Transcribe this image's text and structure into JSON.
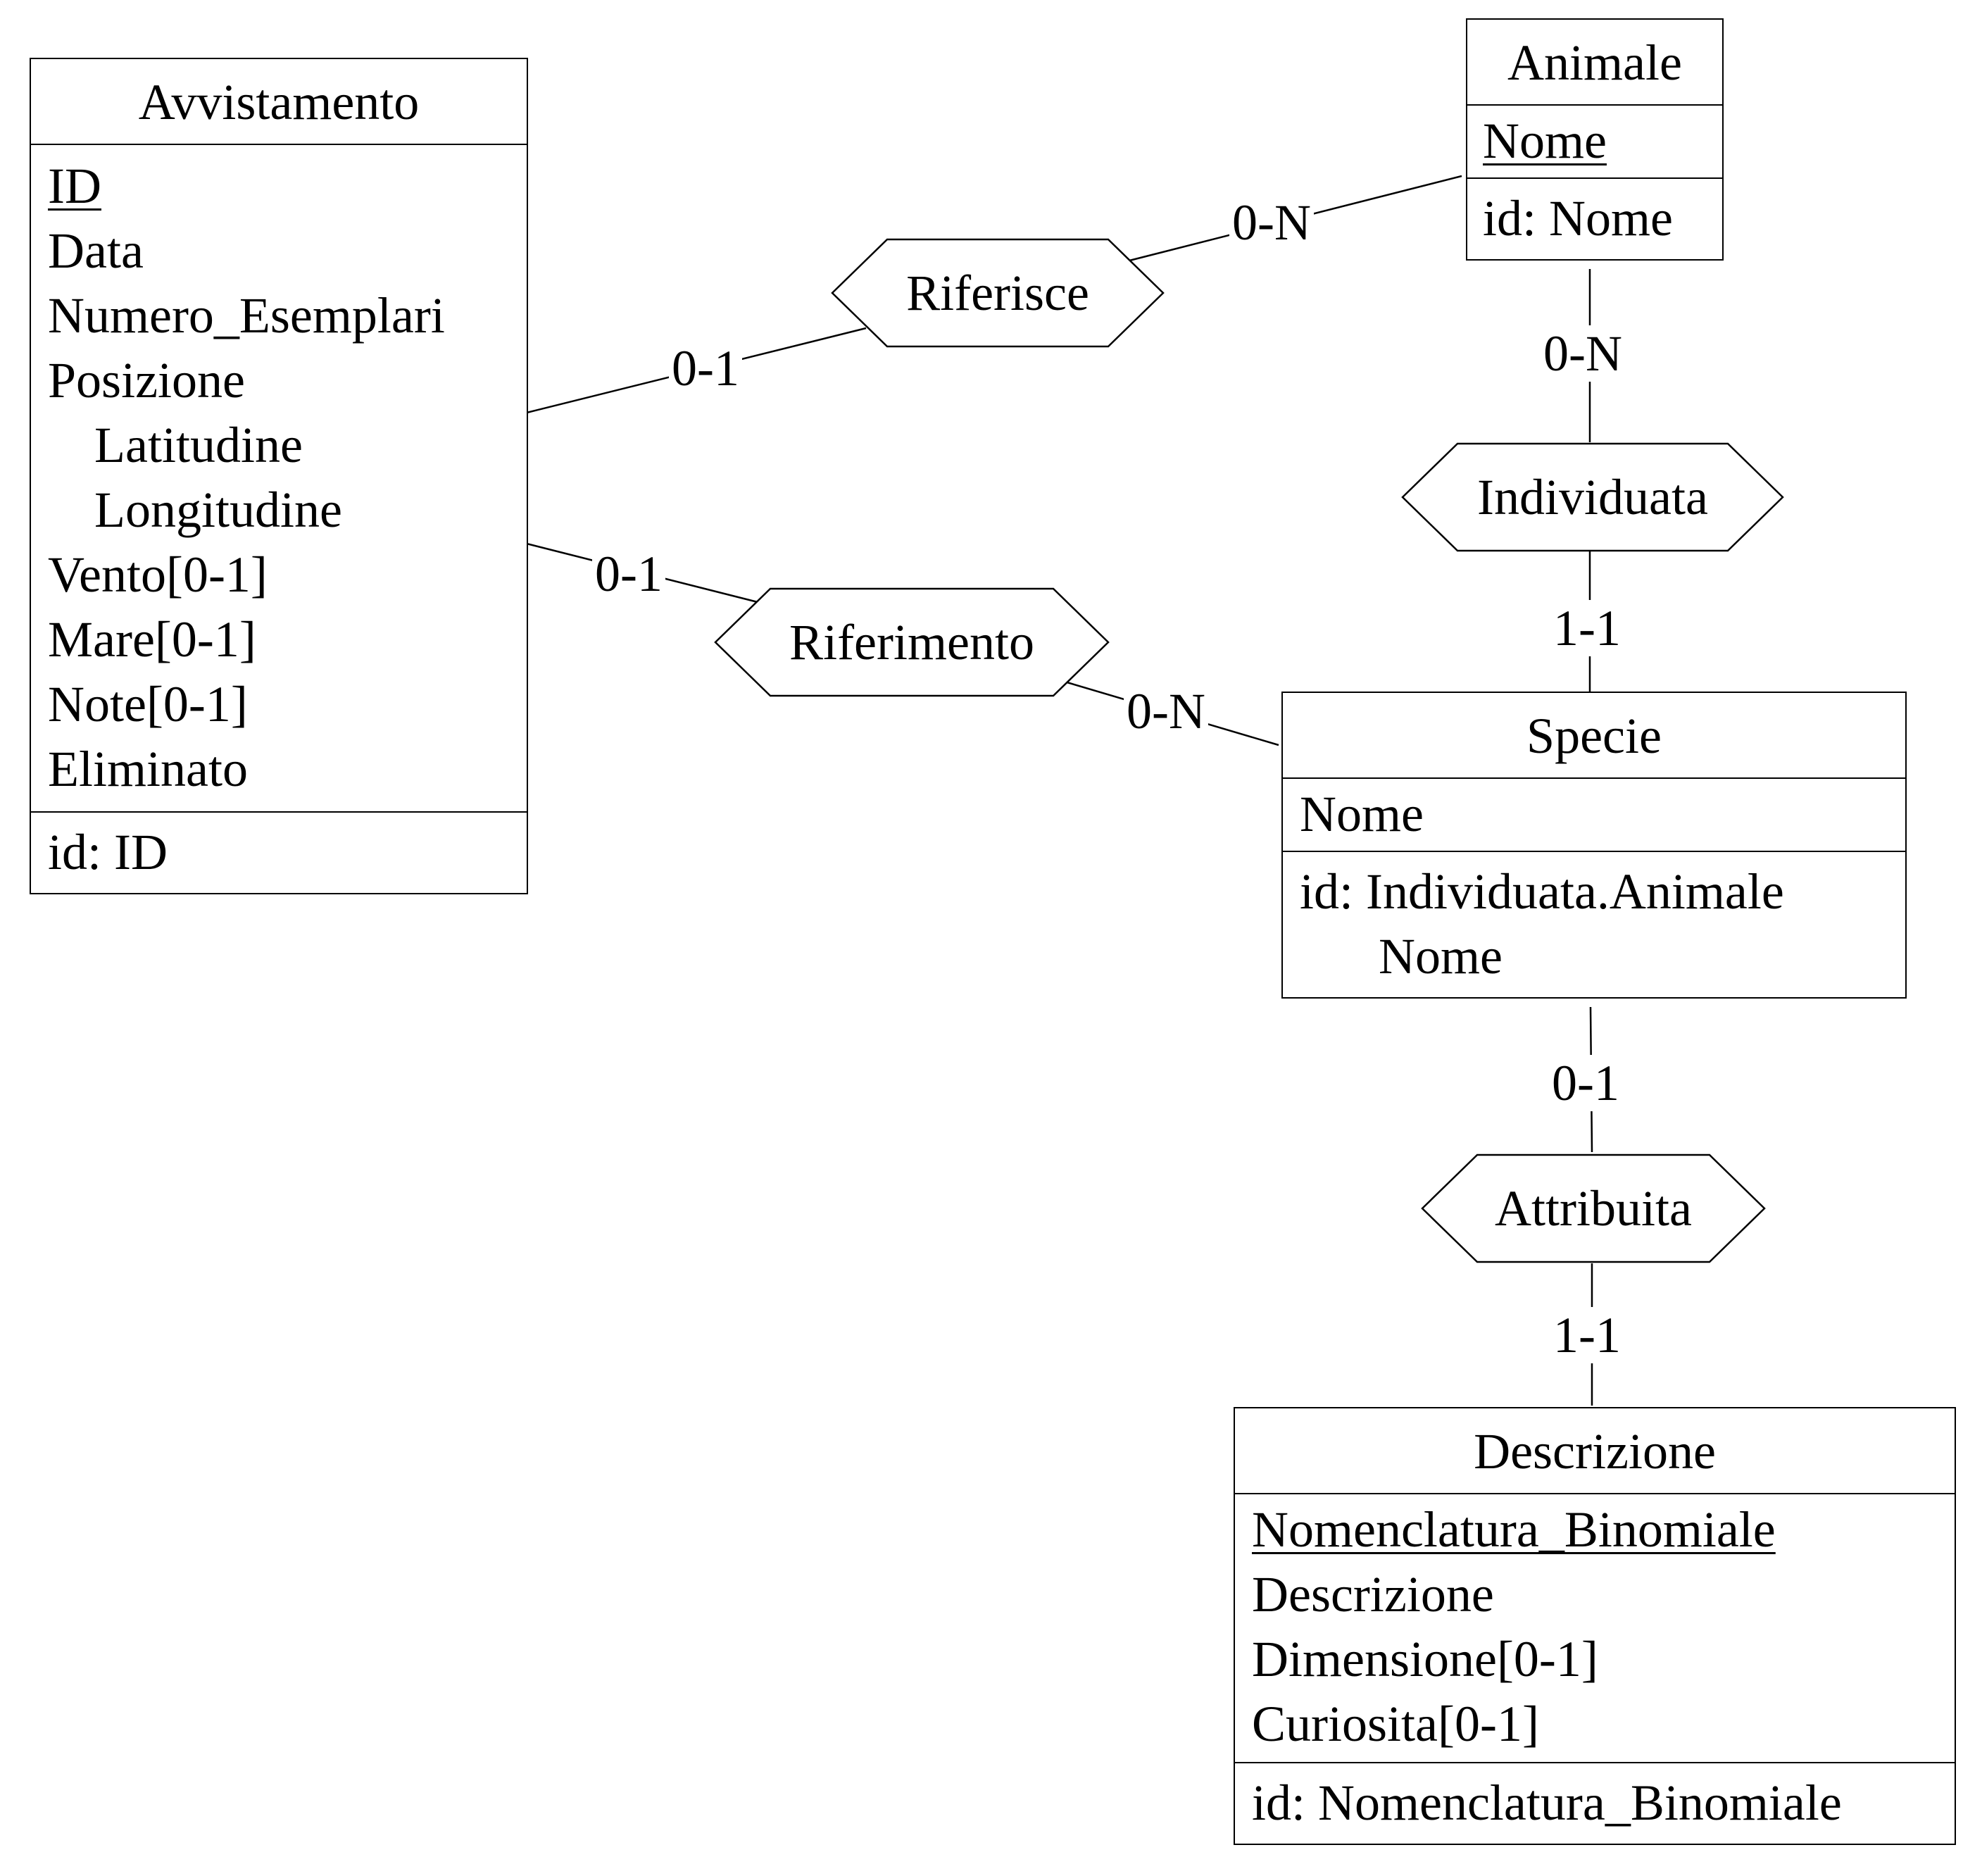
{
  "entities": {
    "avvistamento": {
      "name": "Avvistamento",
      "attributes": [
        "ID",
        "Data",
        "Numero_Esemplari",
        "Posizione",
        "Latitudine",
        "Longitudine",
        "Vento[0-1]",
        "Mare[0-1]",
        "Note[0-1]",
        "Eliminato"
      ],
      "identifier": "id: ID"
    },
    "animale": {
      "name": "Animale",
      "attributes": [
        "Nome"
      ],
      "identifier": "id: Nome"
    },
    "specie": {
      "name": "Specie",
      "attributes": [
        "Nome"
      ],
      "identifier": "id: Individuata.Animale",
      "identifier_cont": "Nome"
    },
    "descrizione": {
      "name": "Descrizione",
      "attributes": [
        "Nomenclatura_Binomiale",
        "Descrizione",
        "Dimensione[0-1]",
        "Curiosita[0-1]"
      ],
      "identifier": "id: Nomenclatura_Binomiale"
    }
  },
  "relationships": {
    "riferisce": "Riferisce",
    "riferimento": "Riferimento",
    "individuata": "Individuata",
    "attribuita": "Attribuita"
  },
  "cardinalities": {
    "avvistamento_riferisce": "0-1",
    "riferisce_animale": "0-N",
    "avvistamento_riferimento": "0-1",
    "riferimento_specie": "0-N",
    "animale_individuata": "0-N",
    "individuata_specie": "1-1",
    "specie_attribuita": "0-1",
    "attribuita_descrizione": "1-1"
  },
  "style": {
    "line_color": "#000000",
    "background": "#ffffff"
  }
}
